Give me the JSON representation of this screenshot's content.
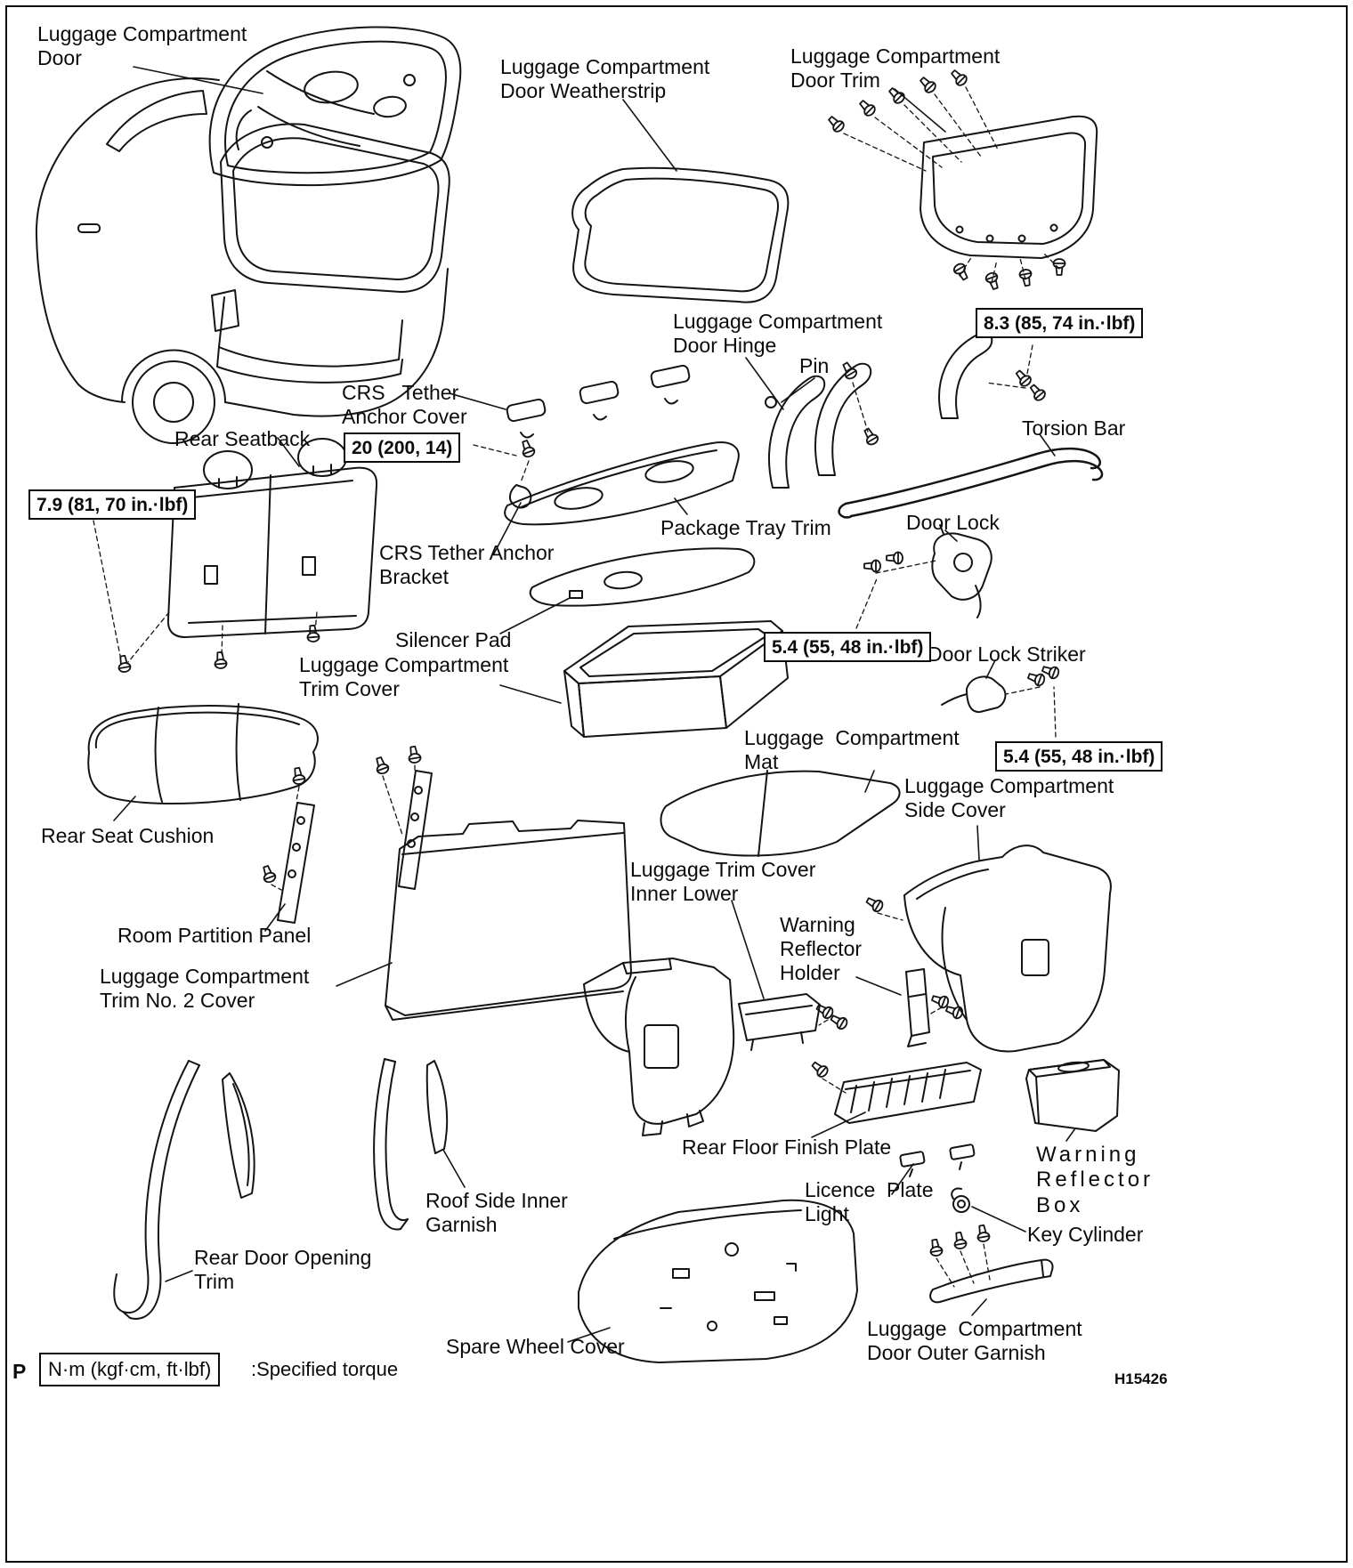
{
  "figure": {
    "code": "H15426",
    "page_letter": "P",
    "torque_legend_box": "N·m (kgf·cm, ft·lbf)",
    "torque_legend_text": ":Specified torque"
  },
  "torques": [
    {
      "id": "door-hinge-bolts",
      "value": "8.3 (85, 74 in.·lbf)"
    },
    {
      "id": "crs-tether-anchor",
      "value": "20 (200, 14)"
    },
    {
      "id": "seatback-bolts",
      "value": "7.9 (81, 70 in.·lbf)"
    },
    {
      "id": "door-lock-bolts",
      "value": "5.4 (55, 48 in.·lbf)"
    },
    {
      "id": "door-lock-striker-bolts",
      "value": "5.4 (55, 48 in.·lbf)"
    }
  ],
  "labels": [
    {
      "id": "luggage-compartment-door",
      "text": "Luggage Compartment\nDoor"
    },
    {
      "id": "luggage-compartment-door-weatherstrip",
      "text": "Luggage Compartment\nDoor Weatherstrip"
    },
    {
      "id": "luggage-compartment-door-trim",
      "text": "Luggage Compartment\nDoor Trim"
    },
    {
      "id": "luggage-compartment-door-hinge",
      "text": "Luggage Compartment\nDoor Hinge"
    },
    {
      "id": "pin",
      "text": "Pin"
    },
    {
      "id": "torsion-bar",
      "text": "Torsion Bar"
    },
    {
      "id": "crs-tether-anchor-cover",
      "text": "CRS   Tether\nAnchor Cover"
    },
    {
      "id": "rear-seatback",
      "text": "Rear Seatback"
    },
    {
      "id": "package-tray-trim",
      "text": "Package Tray Trim"
    },
    {
      "id": "door-lock",
      "text": "Door Lock"
    },
    {
      "id": "crs-tether-anchor-bracket",
      "text": "CRS Tether Anchor\nBracket"
    },
    {
      "id": "silencer-pad",
      "text": "Silencer Pad"
    },
    {
      "id": "door-lock-striker",
      "text": "Door Lock Striker"
    },
    {
      "id": "luggage-compartment-trim-cover",
      "text": "Luggage Compartment\nTrim Cover"
    },
    {
      "id": "luggage-compartment-mat",
      "text": "Luggage  Compartment\nMat"
    },
    {
      "id": "luggage-compartment-side-cover",
      "text": "Luggage Compartment\nSide Cover"
    },
    {
      "id": "rear-seat-cushion",
      "text": "Rear Seat Cushion"
    },
    {
      "id": "luggage-trim-cover-inner-lower",
      "text": "Luggage Trim Cover\nInner Lower"
    },
    {
      "id": "warning-reflector-holder",
      "text": "Warning\nReflector\nHolder"
    },
    {
      "id": "room-partition-panel",
      "text": "Room Partition Panel"
    },
    {
      "id": "luggage-compartment-trim-no2-cover",
      "text": "Luggage Compartment\nTrim No. 2 Cover"
    },
    {
      "id": "rear-floor-finish-plate",
      "text": "Rear Floor Finish Plate"
    },
    {
      "id": "warning-reflector-box",
      "text": "Warning\nReflector\nBox"
    },
    {
      "id": "roof-side-inner-garnish",
      "text": "Roof Side Inner\nGarnish"
    },
    {
      "id": "licence-plate-light",
      "text": "Licence  Plate\nLight"
    },
    {
      "id": "key-cylinder",
      "text": "Key Cylinder"
    },
    {
      "id": "rear-door-opening-trim",
      "text": "Rear Door Opening\nTrim"
    },
    {
      "id": "spare-wheel-cover",
      "text": "Spare Wheel Cover"
    },
    {
      "id": "luggage-compartment-door-outer-garnish",
      "text": "Luggage  Compartment\nDoor Outer Garnish"
    }
  ]
}
